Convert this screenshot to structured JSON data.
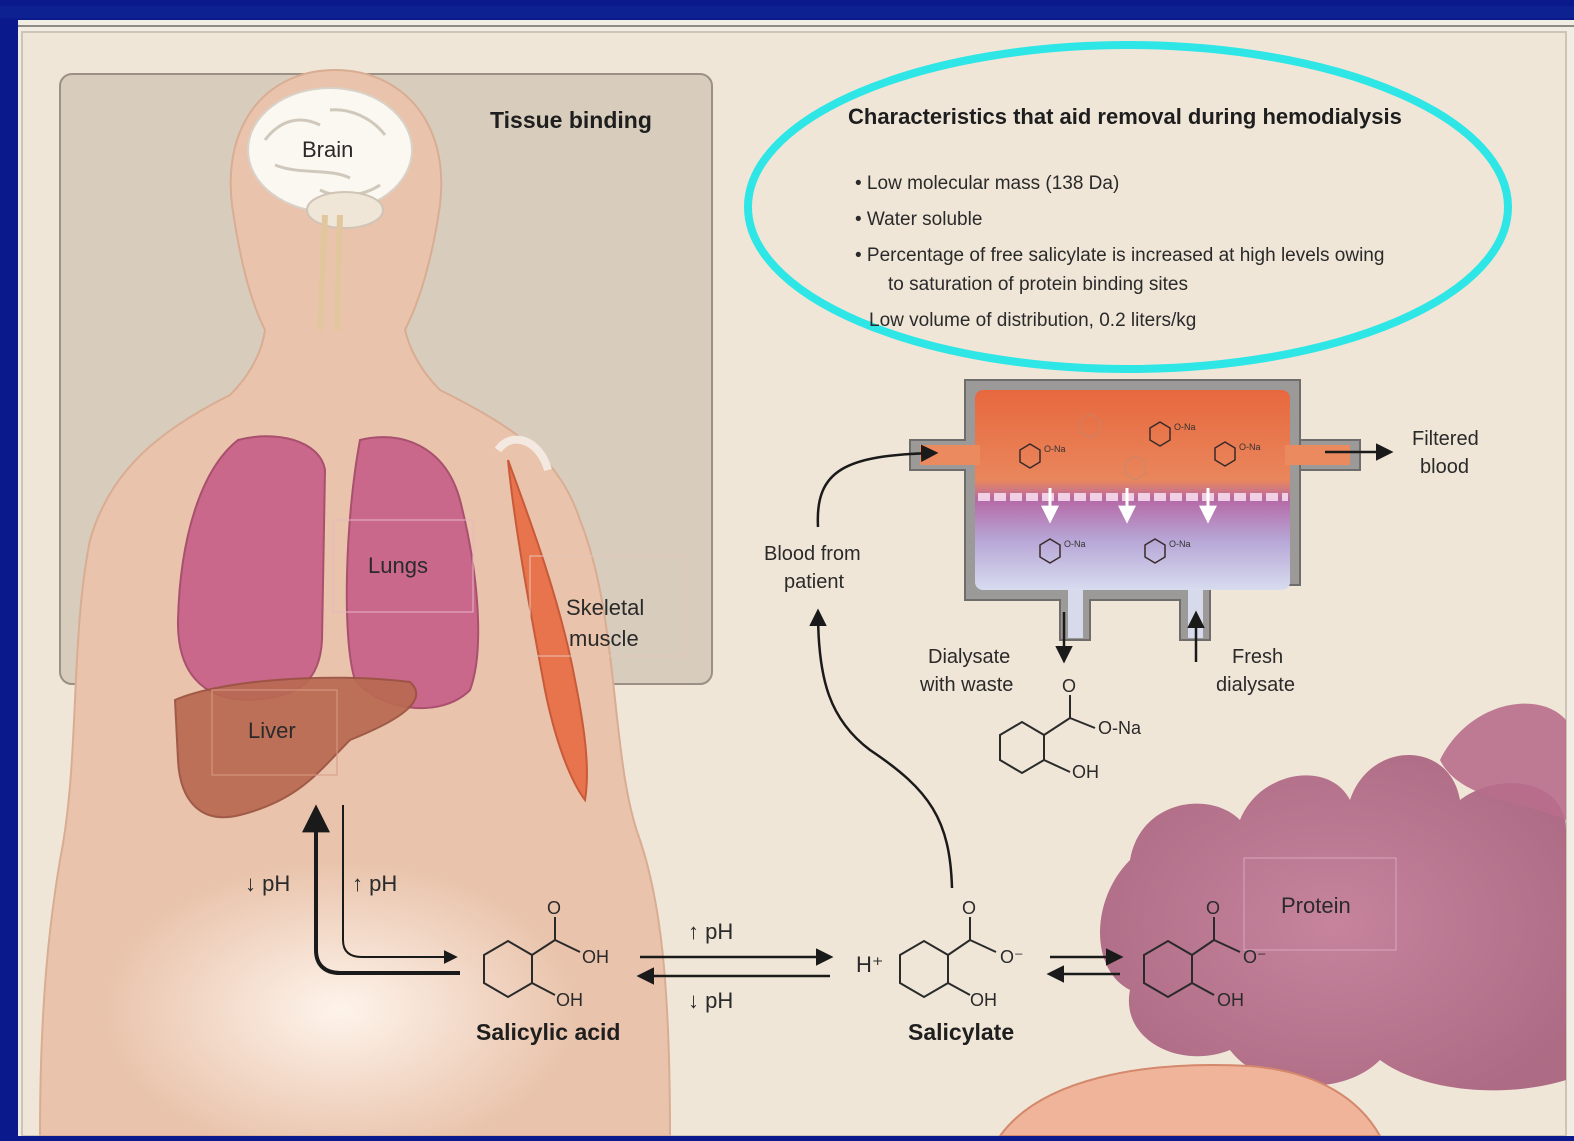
{
  "labels": {
    "tissue_binding": "Tissue binding",
    "brain": "Brain",
    "lungs": "Lungs",
    "liver": "Liver",
    "skeletal_muscle": [
      "Skeletal",
      "muscle"
    ],
    "ph_down": "↓ pH",
    "ph_up": "↑ pH",
    "salicylic_acid": "Salicylic acid",
    "salicylate": "Salicylate",
    "protein": "Protein",
    "blood_from_patient": [
      "Blood from",
      "patient"
    ],
    "filtered_blood": [
      "Filtered",
      "blood"
    ],
    "dialysate_with_waste": [
      "Dialysate",
      "with waste"
    ],
    "fresh_dialysate": [
      "Fresh",
      "dialysate"
    ],
    "h_plus": "H⁺"
  },
  "chem": {
    "oh": "OH",
    "o": "O",
    "o_minus": "O⁻",
    "o_na": "O-Na"
  },
  "characteristics": {
    "title": "Characteristics that aid removal during hemodialysis",
    "items": [
      "• Low molecular mass (138 Da)",
      "• Water soluble",
      "• Percentage of free salicylate is increased at high levels owing",
      "to saturation of protein binding sites",
      "Low volume of distribution, 0.2 liters/kg"
    ]
  },
  "colors": {
    "frame": "#0a1a8c",
    "background": "#efe6d8",
    "highlight_ellipse": "#2ee6e6",
    "body": "#e9c3ab",
    "lung": "#c9688a",
    "liver": "#b96a52",
    "muscle": "#e8744e",
    "protein": "#b86e8c"
  }
}
